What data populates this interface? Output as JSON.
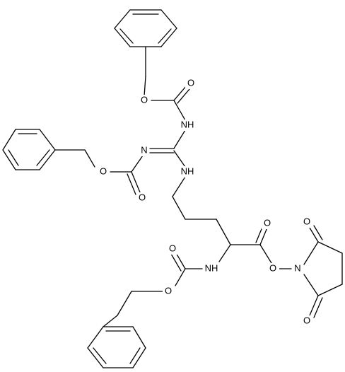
{
  "labels": {
    "o": "O",
    "nh": "NH",
    "n": "N"
  }
}
